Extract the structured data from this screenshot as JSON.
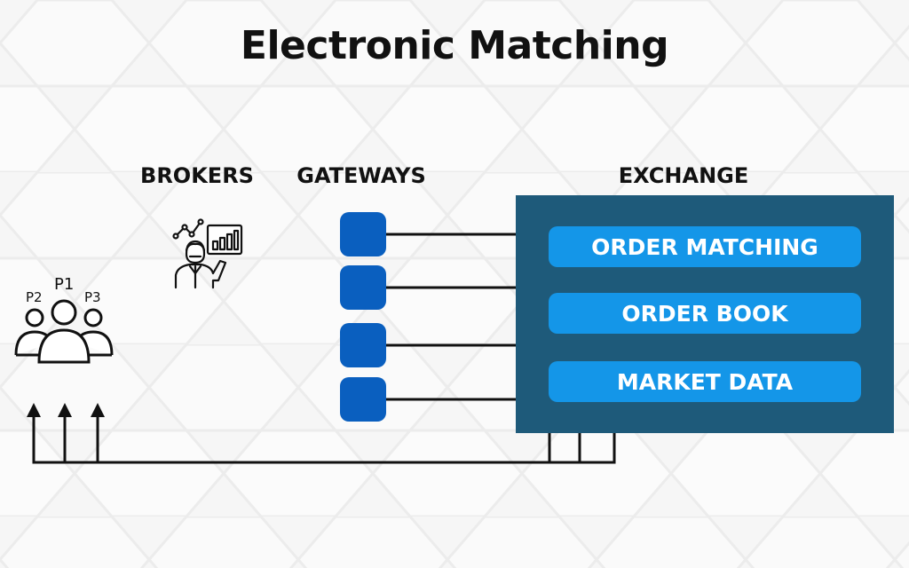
{
  "title": "Electronic Matching",
  "labels": {
    "brokers": "BROKERS",
    "gateways": "GATEWAYS",
    "exchange": "EXCHANGE"
  },
  "participants": [
    "P1",
    "P2",
    "P3"
  ],
  "exchange_modules": [
    "ORDER MATCHING",
    "ORDER BOOK",
    "MARKET DATA"
  ],
  "colors": {
    "gateway": "#0a5fbf",
    "exchange_bg": "#1e5a7a",
    "module_bg": "#1496e8",
    "line": "#111111"
  },
  "icons": {
    "participants": "people-group-icon",
    "broker": "broker-presenting-chart-icon"
  }
}
